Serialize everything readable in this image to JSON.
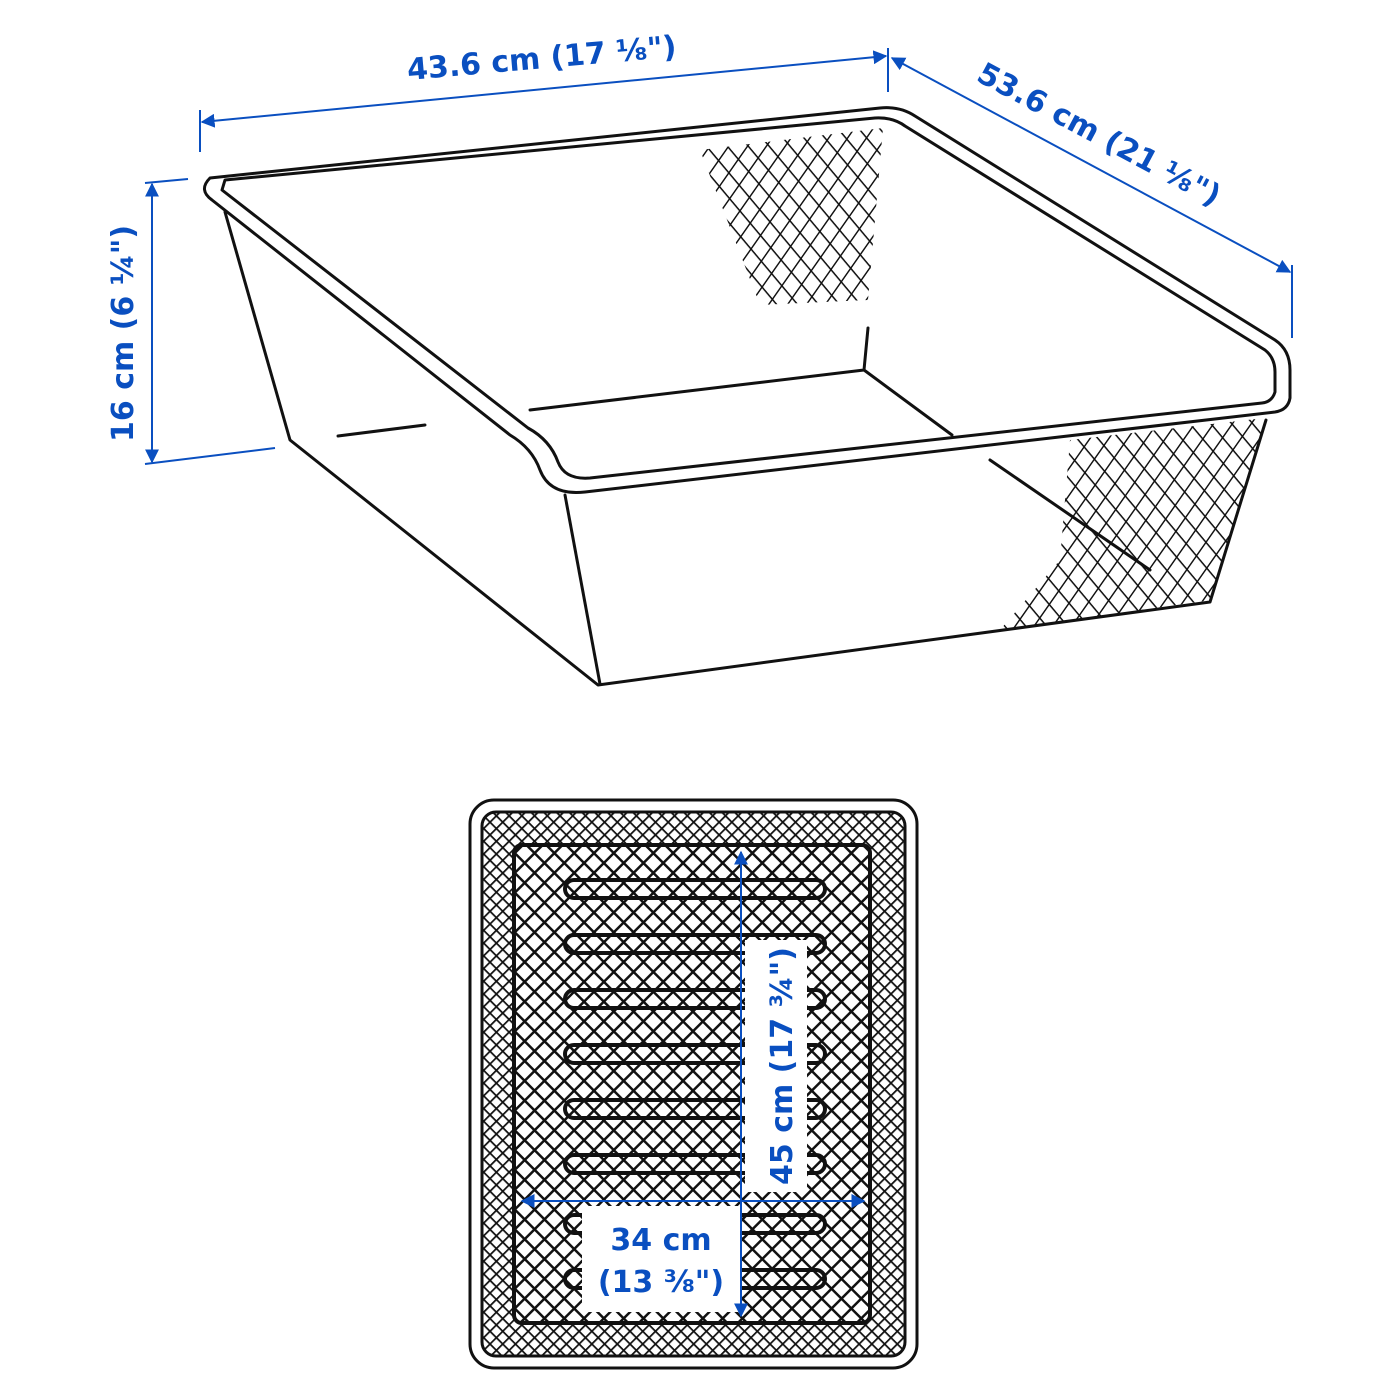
{
  "colors": {
    "dimension": "#0a4fc0",
    "outline": "#111111",
    "background": "#ffffff"
  },
  "perspective_view": {
    "width_label": "43.6 cm (17 ⅛\")",
    "depth_label": "53.6 cm (21 ⅛\")",
    "height_label": "16 cm (6 ¼\")"
  },
  "top_view": {
    "inner_length_label": "45 cm (17 ¾\")",
    "inner_width_line1": "34 cm",
    "inner_width_line2": "(13 ⅜\")"
  }
}
